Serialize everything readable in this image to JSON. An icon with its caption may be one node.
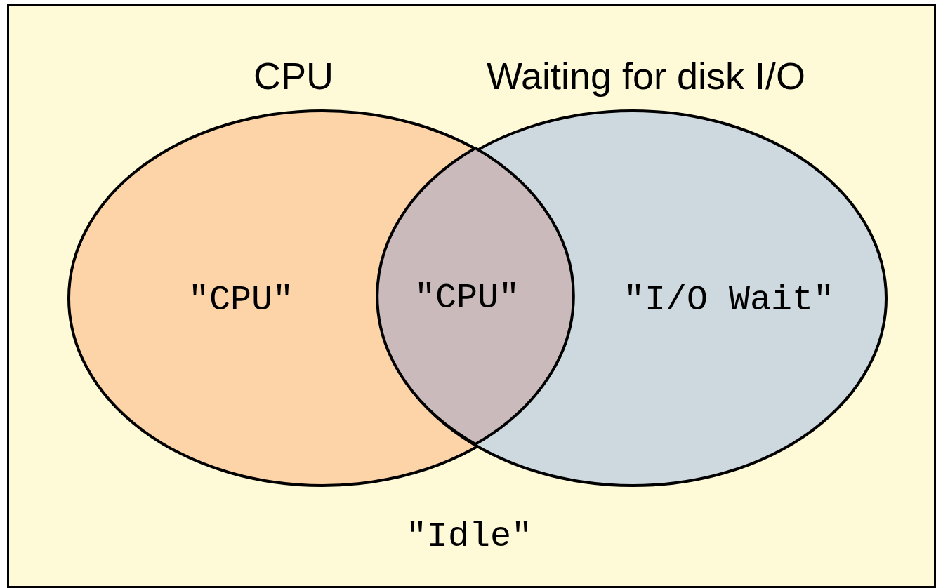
{
  "diagram": {
    "nodes": [
      {
        "text": [
          "\"Idle\""
        ]
      },
      {
        "text": [
          "CPU",
          "\"CPU\""
        ],
        "in": 0
      },
      {
        "text": [
          "Waiting for disk I/O",
          "\"I/O Wait\""
        ],
        "in": 0
      },
      {
        "text": [
          "\"CPU\""
        ]
      }
    ]
  }
}
